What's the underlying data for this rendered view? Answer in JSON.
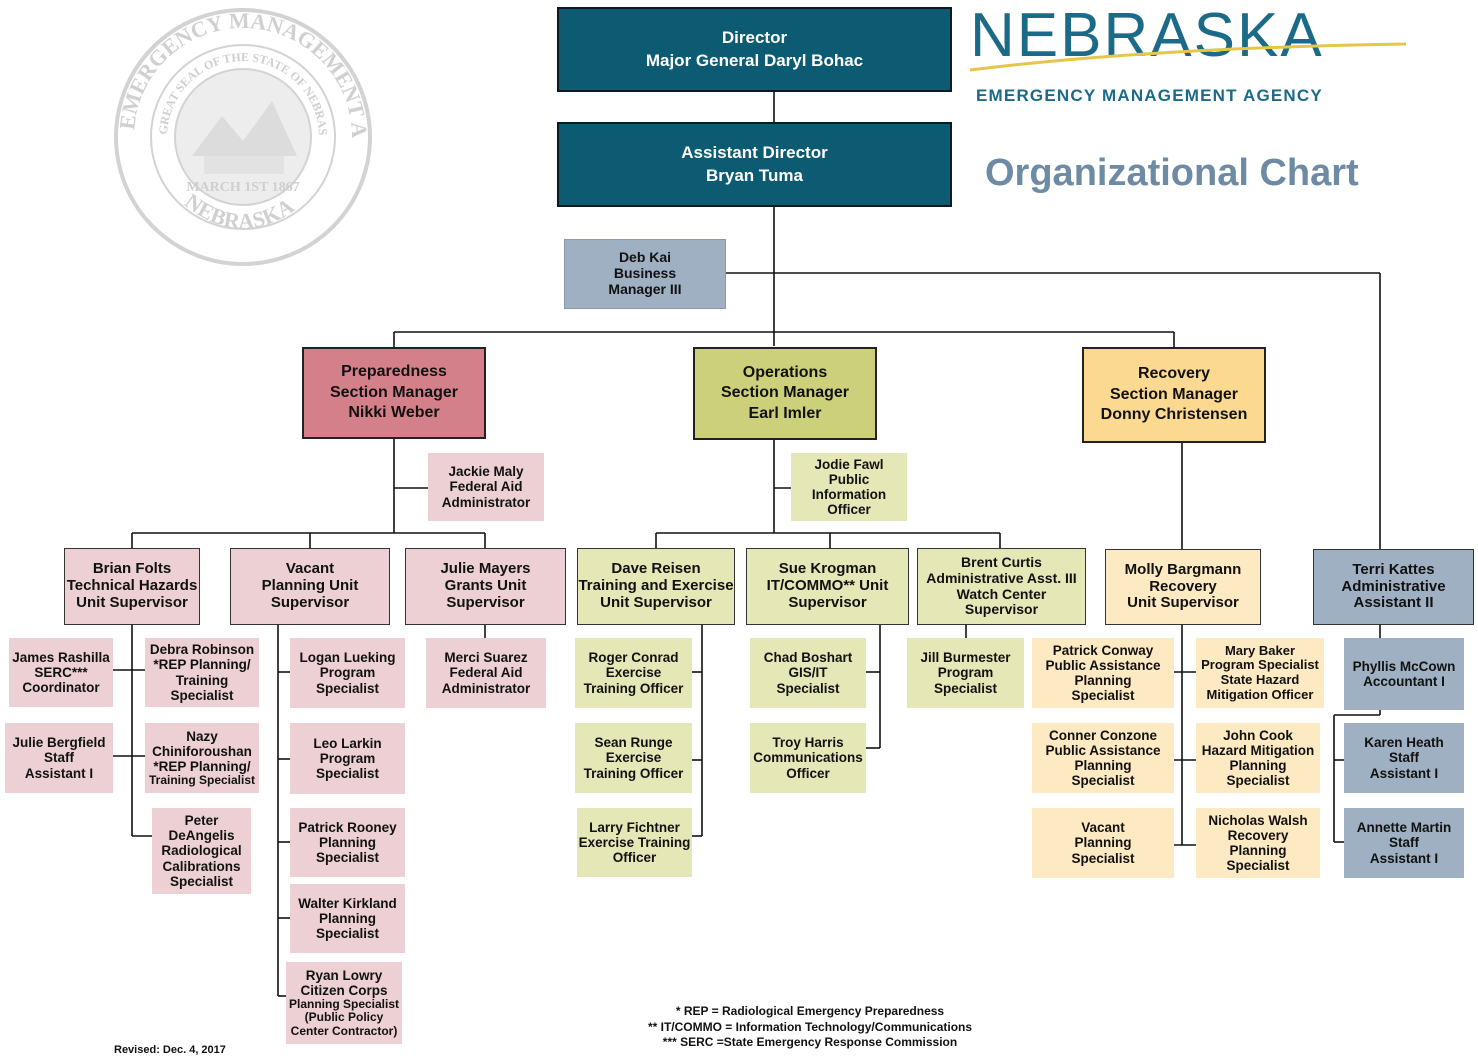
{
  "header": {
    "brand": "NEBRASKA",
    "agency": "EMERGENCY MANAGEMENT AGENCY",
    "title": "Organizational Chart"
  },
  "seal": {
    "outer_text": "EMERGENCY MANAGEMENT AGENCY",
    "inner_text": "GREAT SEAL OF THE STATE OF NEBRASKA",
    "date": "MARCH 1ST 1867",
    "bottom": "NEBRASKA"
  },
  "director": {
    "l1": "Director",
    "l2": "Major General Daryl Bohac"
  },
  "assistant_director": {
    "l1": "Assistant Director",
    "l2": "Bryan Tuma"
  },
  "business_manager": {
    "l1": "Deb Kai",
    "l2": "Business",
    "l3": "Manager III"
  },
  "sections": {
    "preparedness": {
      "l1": "Preparedness",
      "l2": "Section Manager",
      "l3": "Nikki Weber"
    },
    "operations": {
      "l1": "Operations",
      "l2": "Section Manager",
      "l3": "Earl Imler"
    },
    "recovery": {
      "l1": "Recovery",
      "l2": "Section Manager",
      "l3": "Donny Christensen"
    }
  },
  "prep": {
    "jackie": {
      "l1": "Jackie Maly",
      "l2": "Federal Aid",
      "l3": "Administrator"
    },
    "brian": {
      "l1": "Brian Folts",
      "l2": "Technical Hazards",
      "l3": "Unit Supervisor"
    },
    "vacant": {
      "l1": "Vacant",
      "l2": "Planning Unit",
      "l3": "Supervisor"
    },
    "julie_m": {
      "l1": "Julie Mayers",
      "l2": "Grants Unit",
      "l3": "Supervisor"
    },
    "james": {
      "l1": "James Rashilla",
      "l2": "SERC***",
      "l3": "Coordinator"
    },
    "julie_b": {
      "l1": "Julie Bergfield",
      "l2": "Staff",
      "l3": "Assistant I"
    },
    "debra": {
      "l1": "Debra Robinson",
      "l2": "*REP Planning/",
      "l3": "Training",
      "l4": "Specialist"
    },
    "nazy": {
      "l1": "Nazy",
      "l2": "Chiniforoushan",
      "l3": "*REP Planning/",
      "l4": "Training Specialist"
    },
    "peter": {
      "l1": "Peter",
      "l2": "DeAngelis",
      "l3": "Radiological",
      "l4": "Calibrations",
      "l5": "Specialist"
    },
    "logan": {
      "l1": "Logan Lueking",
      "l2": "Program",
      "l3": "Specialist"
    },
    "leo": {
      "l1": "Leo Larkin",
      "l2": "Program",
      "l3": "Specialist"
    },
    "patrick_r": {
      "l1": "Patrick Rooney",
      "l2": "Planning",
      "l3": "Specialist"
    },
    "walter": {
      "l1": "Walter Kirkland",
      "l2": "Planning",
      "l3": "Specialist"
    },
    "ryan": {
      "l1": "Ryan Lowry",
      "l2": "Citizen Corps",
      "l3": "Planning Specialist",
      "l4": "(Public Policy",
      "l5": "Center Contractor)"
    },
    "merci": {
      "l1": "Merci Suarez",
      "l2": "Federal Aid",
      "l3": "Administrator"
    }
  },
  "ops": {
    "jodie": {
      "l1": "Jodie Fawl",
      "l2": "Public",
      "l3": "Information",
      "l4": "Officer"
    },
    "dave": {
      "l1": "Dave Reisen",
      "l2": "Training and Exercise",
      "l3": "Unit Supervisor"
    },
    "sue": {
      "l1": "Sue Krogman",
      "l2": "IT/COMMO** Unit",
      "l3": "Supervisor"
    },
    "brent": {
      "l1": "Brent Curtis",
      "l2": "Administrative Asst. III",
      "l3": "Watch Center",
      "l4": "Supervisor"
    },
    "roger": {
      "l1": "Roger Conrad",
      "l2": "Exercise",
      "l3": "Training Officer"
    },
    "sean": {
      "l1": "Sean Runge",
      "l2": "Exercise",
      "l3": "Training Officer"
    },
    "larry": {
      "l1": "Larry Fichtner",
      "l2": "Exercise Training",
      "l3": "Officer"
    },
    "chad": {
      "l1": "Chad Boshart",
      "l2": "GIS/IT",
      "l3": "Specialist"
    },
    "troy": {
      "l1": "Troy Harris",
      "l2": "Communications",
      "l3": "Officer"
    },
    "jill": {
      "l1": "Jill Burmester",
      "l2": "Program",
      "l3": "Specialist"
    }
  },
  "rec": {
    "molly": {
      "l1": "Molly Bargmann",
      "l2": "Recovery",
      "l3": "Unit Supervisor"
    },
    "patrick_c": {
      "l1": "Patrick Conway",
      "l2": "Public Assistance",
      "l3": "Planning",
      "l4": "Specialist"
    },
    "conner": {
      "l1": "Conner Conzone",
      "l2": "Public Assistance",
      "l3": "Planning",
      "l4": "Specialist"
    },
    "vacant": {
      "l1": "Vacant",
      "l2": "Planning",
      "l3": "Specialist"
    },
    "mary": {
      "l1": "Mary Baker",
      "l2": "Program Specialist",
      "l3": "State Hazard",
      "l4": "Mitigation Officer"
    },
    "john": {
      "l1": "John Cook",
      "l2": "Hazard Mitigation",
      "l3": "Planning",
      "l4": "Specialist"
    },
    "nicholas": {
      "l1": "Nicholas Walsh",
      "l2": "Recovery",
      "l3": "Planning",
      "l4": "Specialist"
    }
  },
  "admin": {
    "terri": {
      "l1": "Terri Kattes",
      "l2": "Administrative",
      "l3": "Assistant II"
    },
    "phyllis": {
      "l1": "Phyllis McCown",
      "l2": "Accountant I"
    },
    "karen": {
      "l1": "Karen Heath",
      "l2": "Staff",
      "l3": "Assistant I"
    },
    "annette": {
      "l1": "Annette Martin",
      "l2": "Staff",
      "l3": "Assistant I"
    }
  },
  "footnotes": {
    "f1": "* REP = Radiological Emergency Preparedness",
    "f2": "** IT/COMMO = Information Technology/Communications",
    "f3": "*** SERC =State Emergency Response Commission"
  },
  "revised": "Revised: Dec. 4, 2017",
  "colors": {
    "executive": "#0d5a73",
    "preparedness": "#d4808a",
    "operations": "#cdd07a",
    "recovery": "#fcd990",
    "admin": "#9eb0c2",
    "brand": "#1b6a88",
    "title": "#6e8ba5"
  }
}
